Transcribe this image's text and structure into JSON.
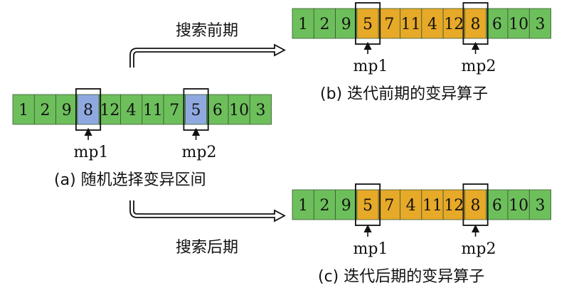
{
  "colors": {
    "green": "#6dbf5b",
    "blue": "#8fa9e0",
    "orange": "#e7a928",
    "cell_border": "#3d5a35",
    "stroke": "#111111"
  },
  "arrays": {
    "initial": {
      "cells": [
        "1",
        "2",
        "9",
        "8",
        "12",
        "4",
        "11",
        "7",
        "5",
        "6",
        "10",
        "3"
      ],
      "highlight_color": "blue",
      "highlight_ranges": [
        [
          3,
          3
        ],
        [
          8,
          8
        ]
      ],
      "markers": [
        3,
        8
      ]
    },
    "early": {
      "cells": [
        "1",
        "2",
        "9",
        "5",
        "7",
        "11",
        "4",
        "12",
        "8",
        "6",
        "10",
        "3"
      ],
      "highlight_color": "orange",
      "highlight_ranges": [
        [
          3,
          8
        ]
      ],
      "markers": [
        3,
        8
      ]
    },
    "late": {
      "cells": [
        "1",
        "2",
        "9",
        "5",
        "7",
        "4",
        "11",
        "12",
        "8",
        "6",
        "10",
        "3"
      ],
      "highlight_color": "orange",
      "highlight_ranges": [
        [
          3,
          8
        ]
      ],
      "markers": [
        3,
        8
      ]
    }
  },
  "labels": {
    "mp1": "mp1",
    "mp2": "mp2",
    "early_search": "搜索前期",
    "late_search": "搜索后期",
    "caption_a": "(a) 随机选择变异区间",
    "caption_b": "(b) 迭代前期的变异算子",
    "caption_c": "(c) 迭代后期的变异算子"
  }
}
